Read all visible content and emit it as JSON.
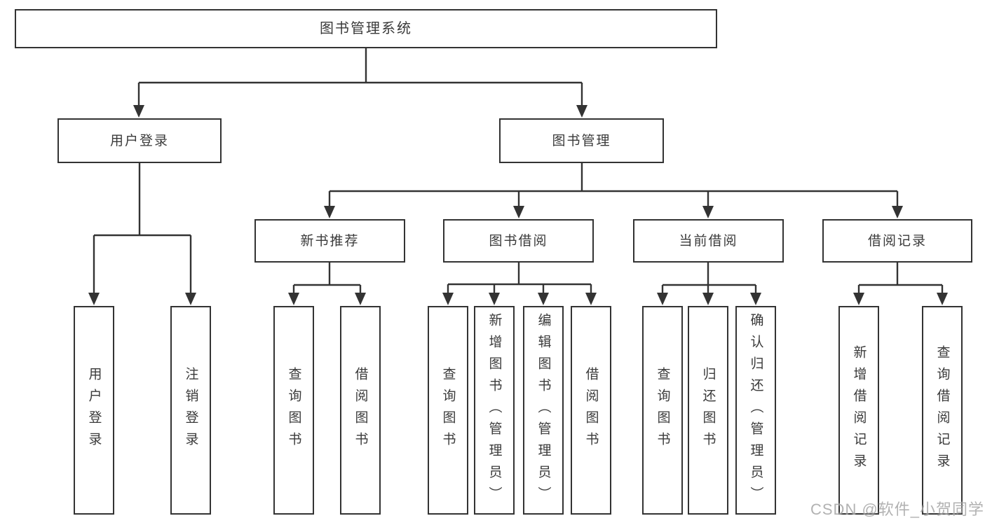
{
  "colors": {
    "line": "#333333",
    "box_border": "#333333",
    "text": "#3a3a3a",
    "background": "#ffffff",
    "watermark": "#949494"
  },
  "watermark": {
    "text": "CSDN @软件_小贺同学"
  },
  "diagram": {
    "root": {
      "label": "图书管理系统",
      "children": [
        {
          "label": "用户登录",
          "children": [
            {
              "label": "用户登录"
            },
            {
              "label": "注销登录"
            }
          ]
        },
        {
          "label": "图书管理",
          "children": [
            {
              "label": "新书推荐",
              "children": [
                {
                  "label": "查询图书"
                },
                {
                  "label": "借阅图书"
                }
              ]
            },
            {
              "label": "图书借阅",
              "children": [
                {
                  "label": "查询图书"
                },
                {
                  "label": "新增图书（管理员）"
                },
                {
                  "label": "编辑图书（管理员）"
                },
                {
                  "label": "借阅图书"
                }
              ]
            },
            {
              "label": "当前借阅",
              "children": [
                {
                  "label": "查询图书"
                },
                {
                  "label": "归还图书"
                },
                {
                  "label": "确认归还（管理员）"
                }
              ]
            },
            {
              "label": "借阅记录",
              "children": [
                {
                  "label": "新增借阅记录"
                },
                {
                  "label": "查询借阅记录"
                }
              ]
            }
          ]
        }
      ]
    }
  }
}
